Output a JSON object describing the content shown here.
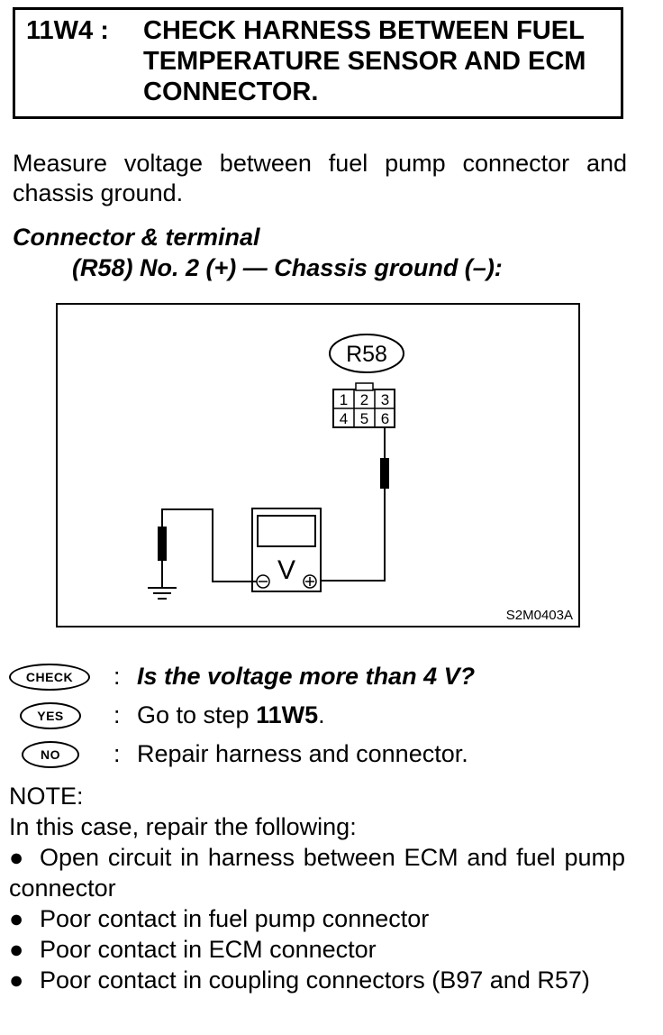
{
  "header": {
    "step_id": "11W4 :",
    "title": "CHECK HARNESS BETWEEN FUEL\nTEMPERATURE SENSOR AND ECM\nCONNECTOR."
  },
  "instruction": "Measure voltage between fuel pump connector and chassis ground.",
  "spec": {
    "label": "Connector & terminal",
    "value": "(R58) No. 2 (+) — Chassis ground (–):"
  },
  "figure": {
    "connector_label": "R58",
    "terminals": [
      "1",
      "2",
      "3",
      "4",
      "5",
      "6"
    ],
    "meter_symbol": "V",
    "figure_code": "S2M0403A"
  },
  "check": {
    "badge": "CHECK",
    "text": "Is the voltage more than 4 V?"
  },
  "yes": {
    "badge": "YES",
    "text_prefix": "Go to step ",
    "step": "11W5",
    "text_suffix": "."
  },
  "no": {
    "badge": "NO",
    "text": "Repair harness and connector."
  },
  "note": {
    "heading": "NOTE:",
    "intro": "In this case, repair the following:",
    "items": [
      "Open circuit in harness between ECM and fuel pump connector",
      "Poor contact in fuel pump connector",
      "Poor contact in ECM connector",
      "Poor contact in coupling connectors (B97 and R57)"
    ]
  }
}
